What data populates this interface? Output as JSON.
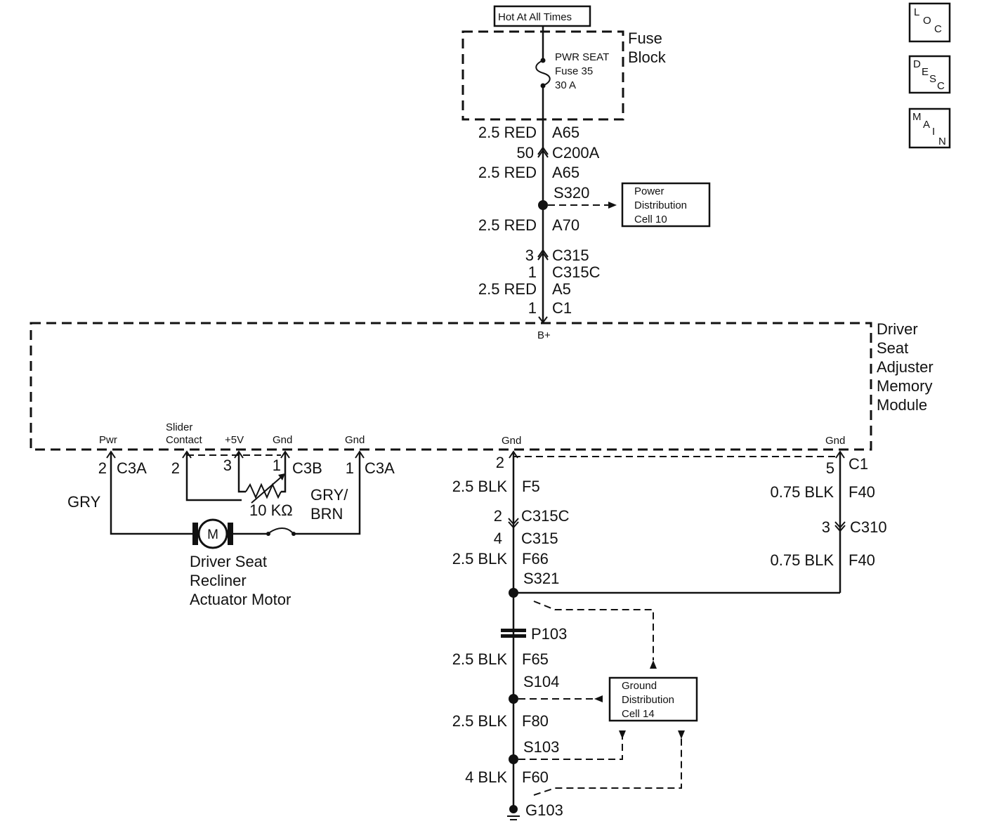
{
  "source": {
    "hot": "Hot At All Times",
    "fuse_block": [
      "Fuse",
      "Block"
    ],
    "fuse": [
      "PWR SEAT",
      "Fuse 35",
      "30 A"
    ]
  },
  "nav": {
    "loc": [
      "L",
      "O",
      "C"
    ],
    "desc": [
      "D",
      "E",
      "S",
      "C"
    ],
    "main": [
      "M",
      "A",
      "I",
      "N"
    ]
  },
  "feed": {
    "w1": "2.5 RED",
    "c1": "A65",
    "pin1": "50",
    "conn1": "C200A",
    "w2": "2.5 RED",
    "c2": "A65",
    "splice": "S320",
    "w3": "2.5 RED",
    "c3": "A70",
    "pin2": "3",
    "conn2": "C315",
    "pin3": "1",
    "conn3": "C315C",
    "w4": "2.5 RED",
    "c4": "A5",
    "pin4": "1",
    "conn4": "C1",
    "bplus": "B+"
  },
  "power_ref": [
    "Power",
    "Distribution",
    "Cell 10"
  ],
  "module": {
    "name": [
      "Driver",
      "Seat",
      "Adjuster",
      "Memory",
      "Module"
    ],
    "pins": {
      "pwr": "Pwr",
      "slider": [
        "Slider",
        "Contact"
      ],
      "plus5v": "+5V",
      "gnd": "Gnd"
    }
  },
  "recliner": {
    "pin_pwr": "2",
    "conn_pwr": "C3A",
    "pin_slider": "2",
    "pin_5v": "3",
    "pin_gnd_b": "1",
    "conn_b": "C3B",
    "pin_gnd_a": "1",
    "conn_gnd_a": "C3A",
    "wire_left": "GRY",
    "wire_right": [
      "GRY/",
      "BRN"
    ],
    "resistor": "10 KΩ",
    "motor_symbol": "M",
    "motor": [
      "Driver Seat",
      "Recliner",
      "Actuator Motor"
    ]
  },
  "ground_main": {
    "pin": "2",
    "w1": "2.5 BLK",
    "c1": "F5",
    "pin2": "2",
    "conn2": "C315C",
    "pin3": "4",
    "conn3": "C315",
    "w2": "2.5 BLK",
    "c2": "F66",
    "splice1": "S321",
    "p": "P103",
    "w3": "2.5 BLK",
    "c3": "F65",
    "splice2": "S104",
    "w4": "2.5 BLK",
    "c4": "F80",
    "splice3": "S103",
    "w5": "4 BLK",
    "c5": "F60",
    "ground": "G103"
  },
  "ground_right": {
    "pin": "5",
    "conn": "C1",
    "w1": "0.75 BLK",
    "c1": "F40",
    "pin2": "3",
    "conn2": "C310",
    "w2": "0.75 BLK",
    "c2": "F40"
  },
  "ground_ref": [
    "Ground",
    "Distribution",
    "Cell 14"
  ]
}
